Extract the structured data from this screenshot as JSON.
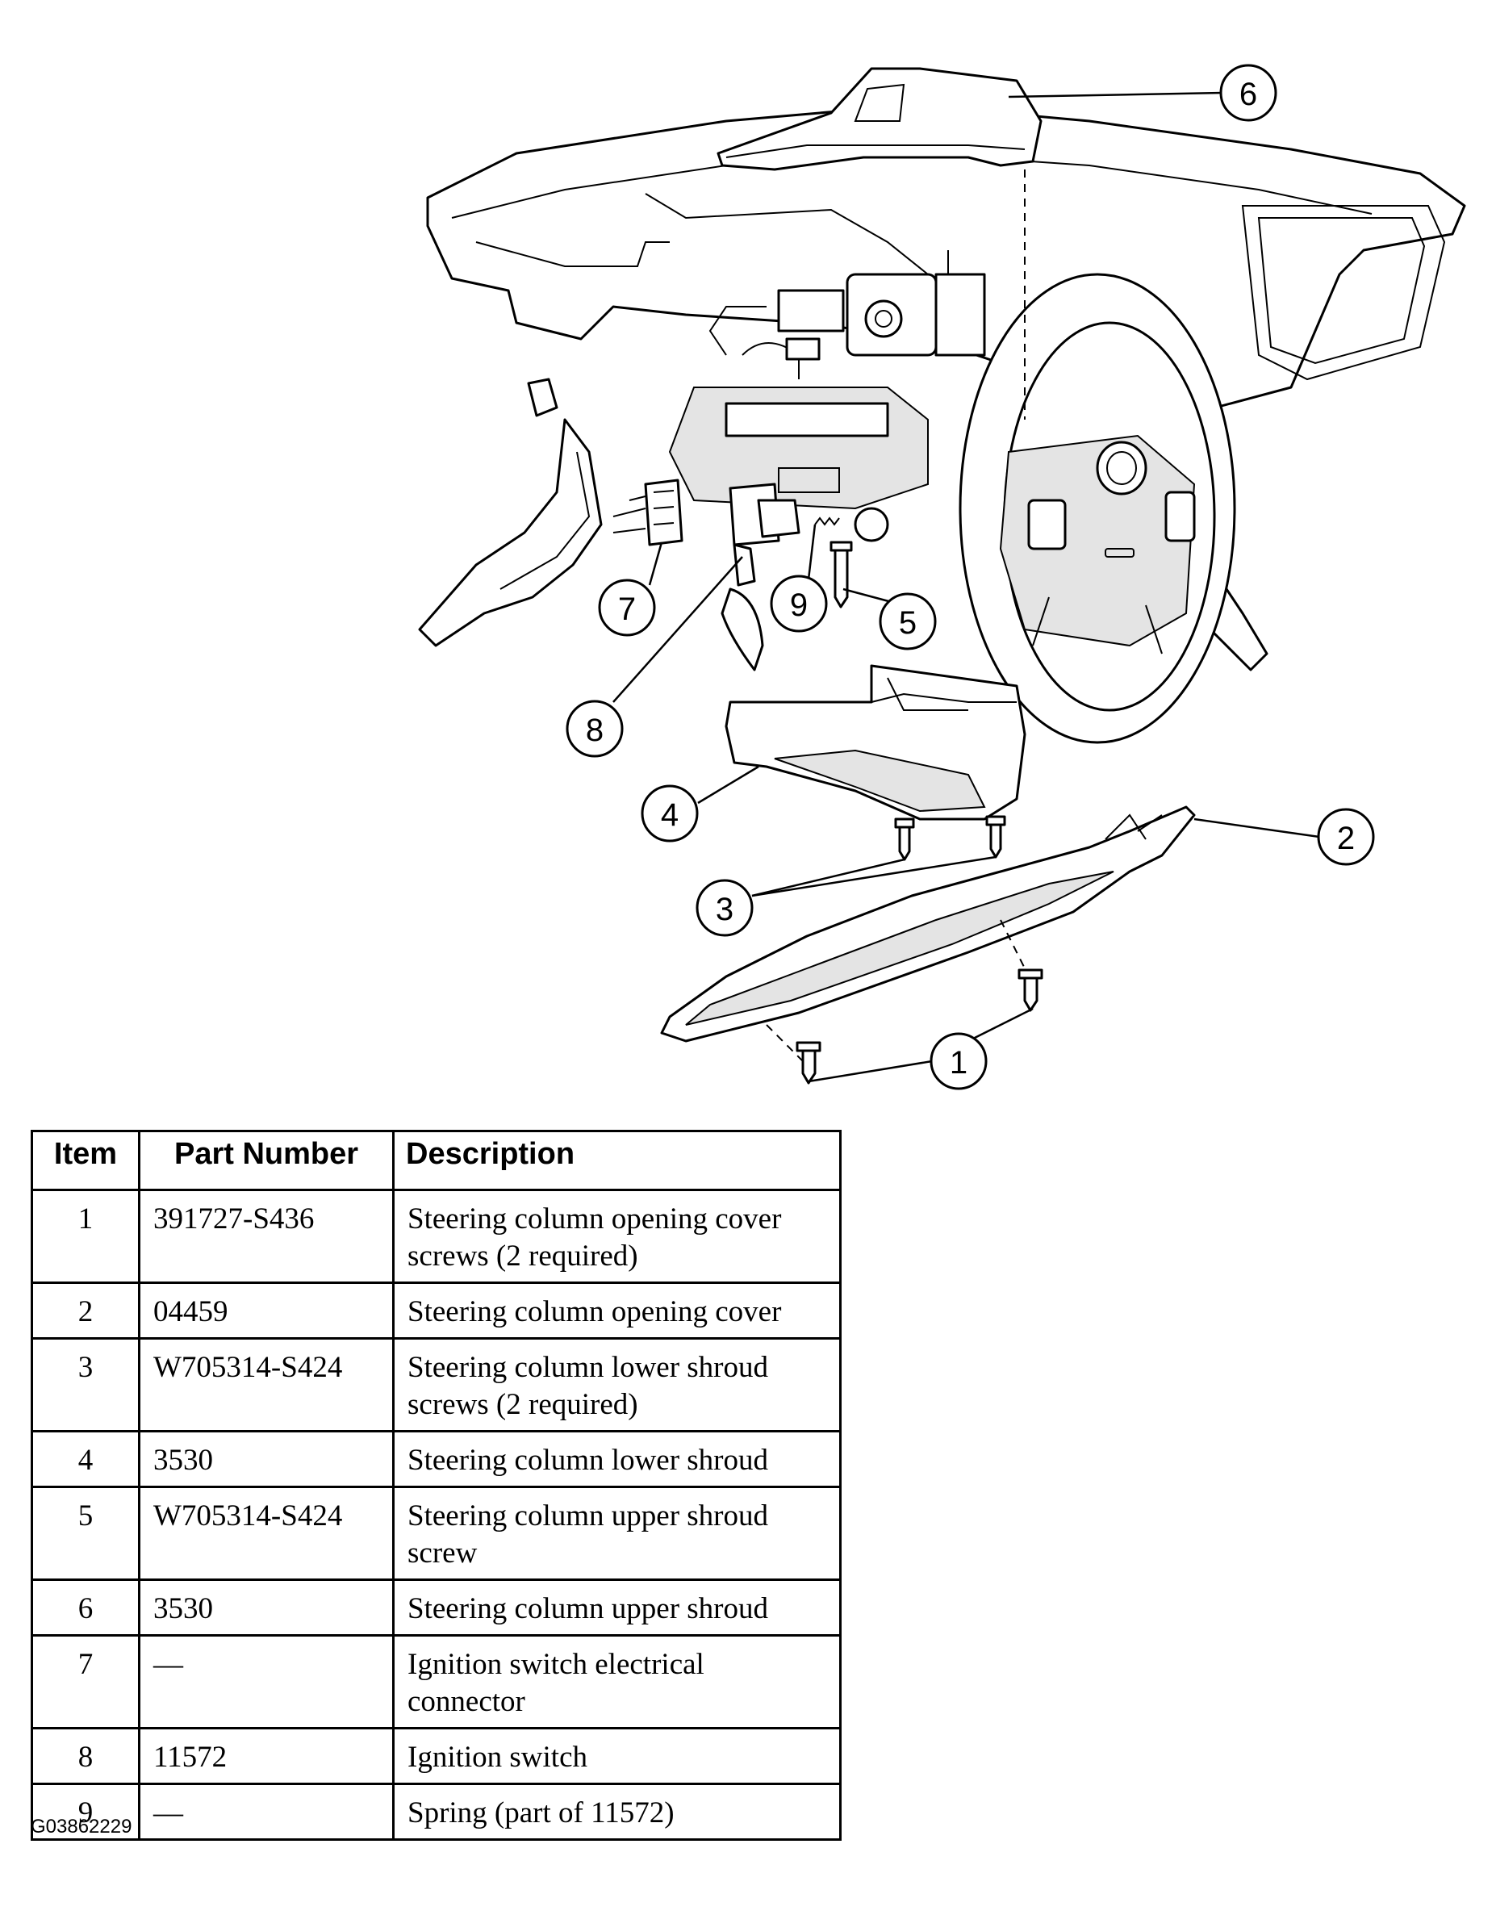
{
  "callouts": [
    "1",
    "2",
    "3",
    "4",
    "5",
    "6",
    "7",
    "8",
    "9"
  ],
  "table": {
    "headers": {
      "item": "Item",
      "part_number": "Part Number",
      "description": "Description"
    },
    "rows": [
      {
        "item": "1",
        "part_number": "391727-S436",
        "description": "Steering column opening cover screws (2 required)"
      },
      {
        "item": "2",
        "part_number": "04459",
        "description": "Steering column opening cover"
      },
      {
        "item": "3",
        "part_number": "W705314-S424",
        "description": "Steering column lower shroud screws (2 required)"
      },
      {
        "item": "4",
        "part_number": "3530",
        "description": "Steering column lower shroud"
      },
      {
        "item": "5",
        "part_number": "W705314-S424",
        "description": "Steering column upper shroud screw"
      },
      {
        "item": "6",
        "part_number": "3530",
        "description": "Steering column upper shroud"
      },
      {
        "item": "7",
        "part_number": "—",
        "description": "Ignition switch electrical connector"
      },
      {
        "item": "8",
        "part_number": "11572",
        "description": "Ignition switch"
      },
      {
        "item": "9",
        "part_number": "—",
        "description": "Spring (part of 11572)"
      }
    ]
  },
  "figure_code": "G03862229"
}
